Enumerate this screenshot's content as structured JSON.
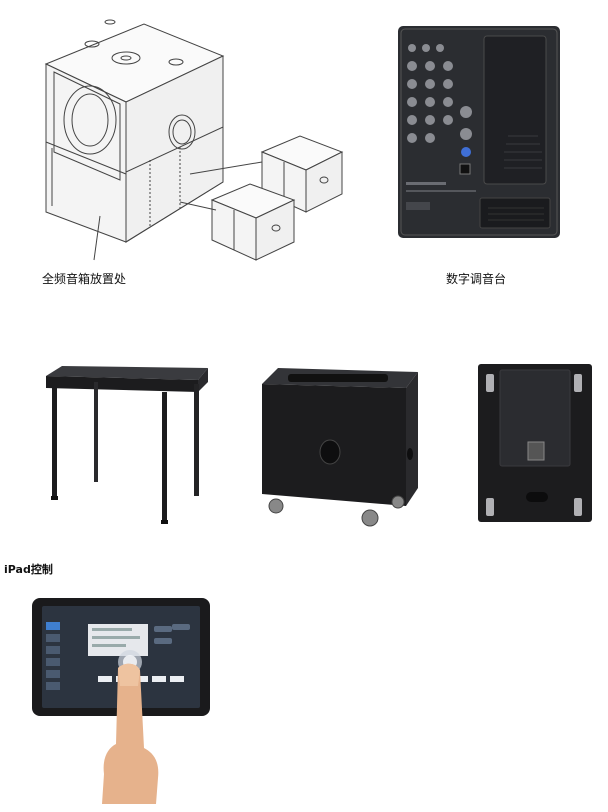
{
  "captions": {
    "speaker_placement": "全频音箱放置处",
    "digital_mixer": "数字调音台",
    "ipad_control": "iPad控制"
  },
  "images": {
    "subwoofer_diagram": "subwoofer-with-full-range-speakers-line-drawing",
    "mixer_panel": "digital-mixer-rear-panel",
    "table": "black-table-with-four-legs",
    "cabinet_front": "black-cabinet-on-casters",
    "cabinet_top": "black-cabinet-top-view",
    "ipad": "ipad-control-screen-with-hand"
  },
  "colors": {
    "line": "#444444",
    "dark_panel": "#2b2d31",
    "black_product": "#1c1c1e"
  }
}
